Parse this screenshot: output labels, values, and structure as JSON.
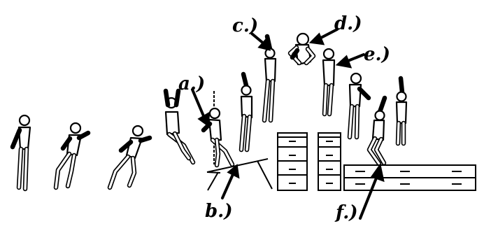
{
  "labels": {
    "a": "a.)",
    "b": "b.)",
    "c": "c.)",
    "d": "d.)",
    "e": "e.)",
    "f": "f.)"
  }
}
